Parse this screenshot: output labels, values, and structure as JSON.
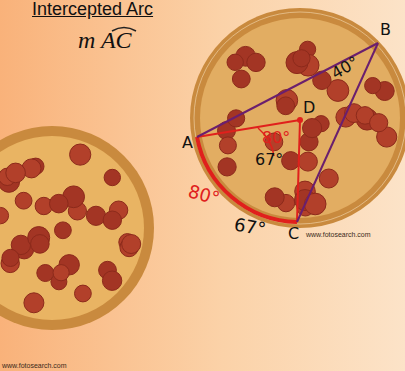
{
  "diagram": {
    "title": "Intercepted Arc",
    "labels": [
      "m AC",
      "A",
      "B",
      "C",
      "D",
      "80°",
      "67°",
      "80°",
      "67°",
      "40°",
      "www.fotosearch.com",
      "www.fotosearch.com"
    ]
  }
}
